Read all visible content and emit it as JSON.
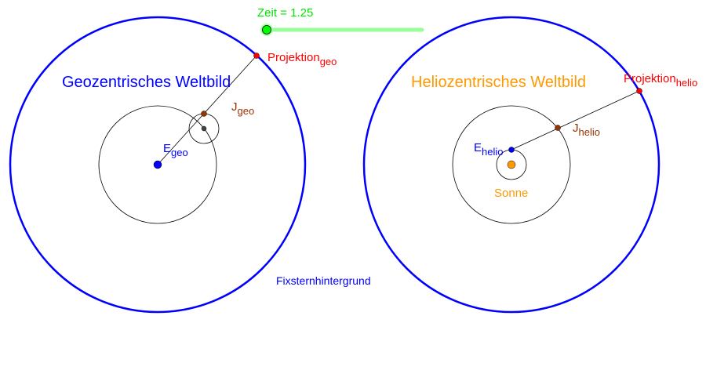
{
  "slider": {
    "label": "Zeit = 1.25",
    "value": 1.25,
    "fraction": 0.0
  },
  "geo": {
    "title": "Geozentrisches Weltbild",
    "projektion": "Projektion",
    "projektion_sub": "geo",
    "j": "J",
    "j_sub": "geo",
    "e": "E",
    "e_sub": "geo"
  },
  "helio": {
    "title": "Heliozentrisches Weltbild",
    "projektion": "Projektion",
    "projektion_sub": "helio",
    "j": "J",
    "j_sub": "helio",
    "e": "E",
    "e_sub": "helio",
    "sun": "Sonne"
  },
  "background_label": "Fixsternhintergrund",
  "colors": {
    "blue": "#0000ff",
    "orange": "#ff9900",
    "red": "#ff0000",
    "brown": "#993300",
    "green": "#00ff00"
  }
}
